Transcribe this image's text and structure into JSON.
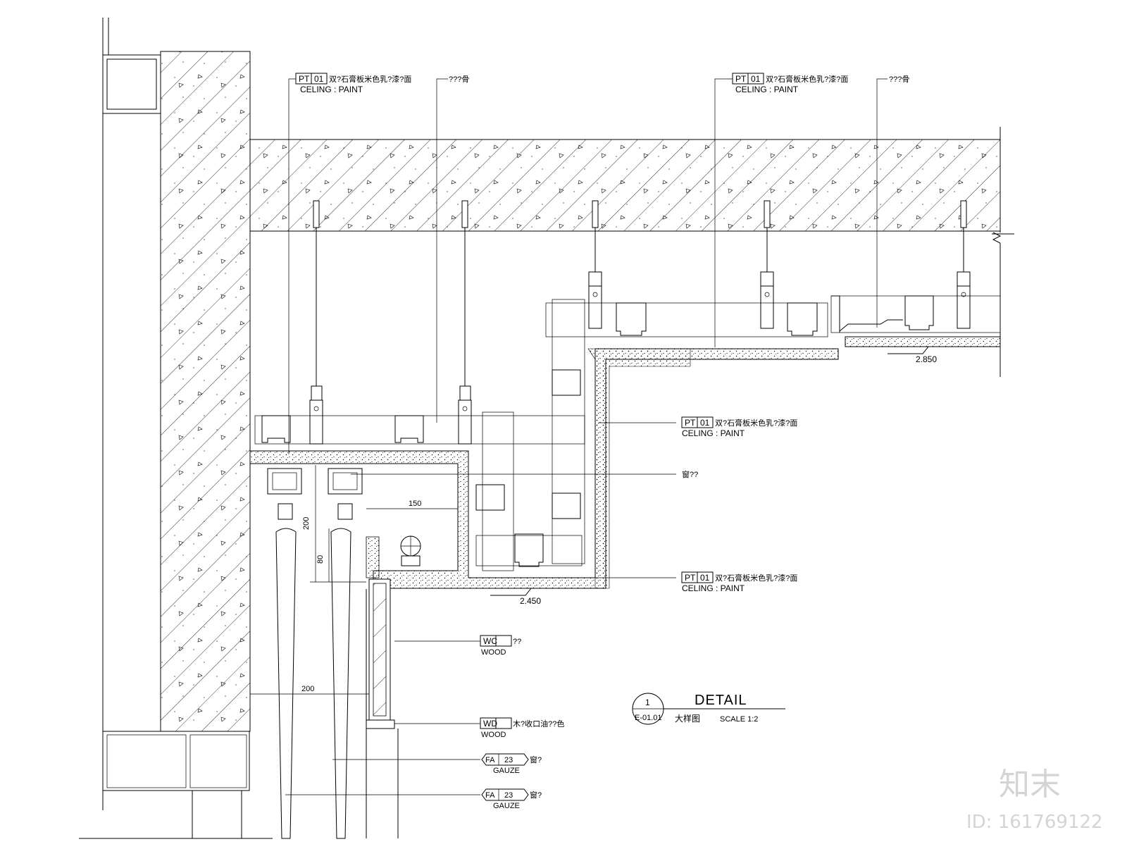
{
  "labels": {
    "pt01_top_left": {
      "code_a": "PT",
      "code_b": "01",
      "desc": "双?石膏板米色乳?漆?面",
      "en": "CELING : PAINT"
    },
    "keel_left": {
      "text": "???骨"
    },
    "pt01_top_right": {
      "code_a": "PT",
      "code_b": "01",
      "desc": "双?石膏板米色乳?漆?面",
      "en": "CELING : PAINT"
    },
    "keel_right": {
      "text": "???骨"
    },
    "pt01_mid": {
      "code_a": "PT",
      "code_b": "01",
      "desc": "双?石膏板米色乳?漆?面",
      "en": "CELING : PAINT"
    },
    "curtain_track": {
      "text": "窗??"
    },
    "pt01_low": {
      "code_a": "PT",
      "code_b": "01",
      "desc": "双?石膏板米色乳?漆?面",
      "en": "CELING : PAINT"
    },
    "wc_wood": {
      "code": "WC",
      "desc": "??",
      "en": "WOOD"
    },
    "wd_wood": {
      "code": "WD",
      "desc": "木?收口油??色",
      "en": "WOOD"
    },
    "fa_gauze_1": {
      "code_a": "FA",
      "code_b": "23",
      "desc": "窗?",
      "en": "GAUZE"
    },
    "fa_gauze_2": {
      "code_a": "FA",
      "code_b": "23",
      "desc": "窗?",
      "en": "GAUZE"
    }
  },
  "dimensions": {
    "d150": "150",
    "d200_vertical": "200",
    "d80": "80",
    "d200_horizontal": "200"
  },
  "levels": {
    "upper": "2.850",
    "lower": "2.450"
  },
  "title_block": {
    "number": "1",
    "sheet_ref": "E-01.01",
    "title": "DETAIL",
    "subtitle": "大样图",
    "scale": "SCALE 1:2"
  },
  "watermark": {
    "brand": "知末",
    "id": "ID: 161769122"
  }
}
